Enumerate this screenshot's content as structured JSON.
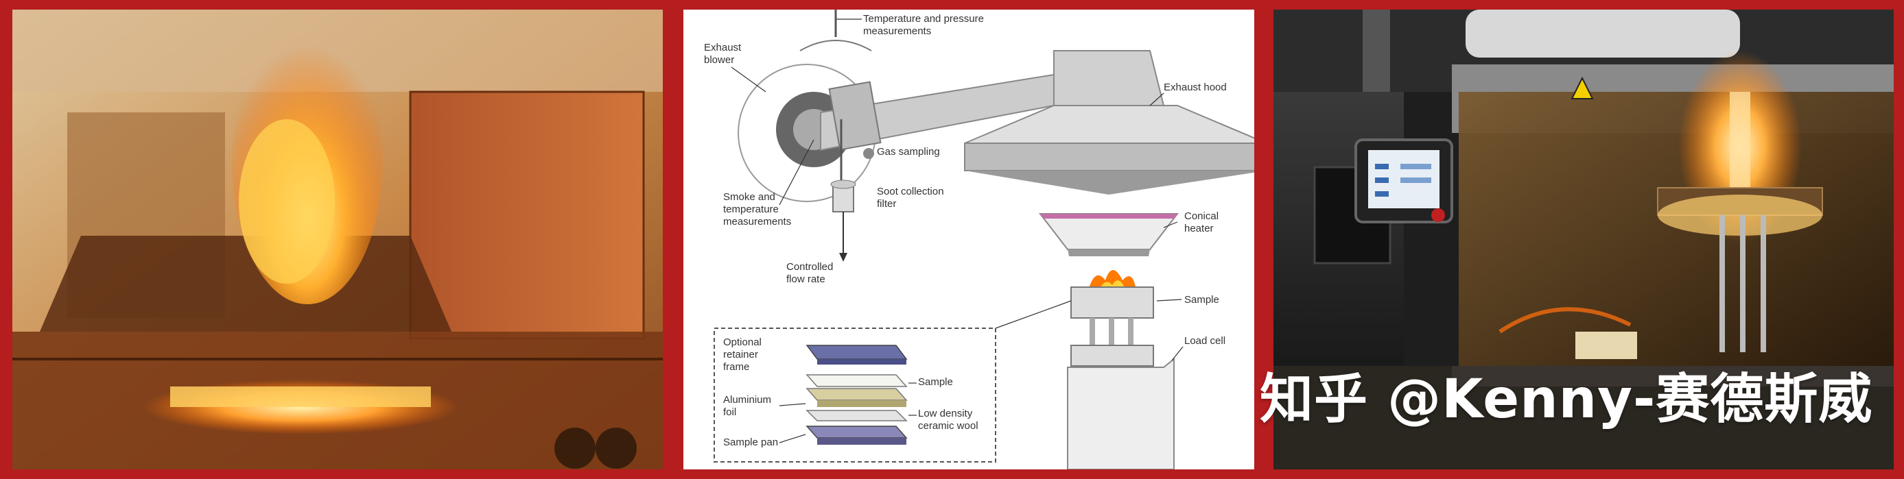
{
  "diagram": {
    "labels": {
      "temp_pressure": [
        "Temperature and pressure",
        "measurements"
      ],
      "exhaust_blower": [
        "Exhaust",
        "blower"
      ],
      "exhaust_hood": "Exhaust hood",
      "gas_sampling": "Gas sampling",
      "smoke_temp": [
        "Smoke and",
        "temperature",
        "measurements"
      ],
      "soot_filter": [
        "Soot collection",
        "filter"
      ],
      "controlled_flow": [
        "Controlled",
        "flow rate"
      ],
      "conical_heater": [
        "Conical",
        "heater"
      ],
      "sample_main": "Sample",
      "load_cell": "Load cell",
      "retainer_frame": [
        "Optional",
        "retainer",
        "frame"
      ],
      "sample_inset": "Sample",
      "aluminium_foil": [
        "Aluminium",
        "foil"
      ],
      "ceramic_wool": [
        "Low density",
        "ceramic wool"
      ],
      "sample_pan": "Sample pan"
    }
  },
  "watermark": "知乎 @Kenny-赛德斯威",
  "colors": {
    "border": "#b51d1f",
    "flame": "#ff8a1a"
  }
}
